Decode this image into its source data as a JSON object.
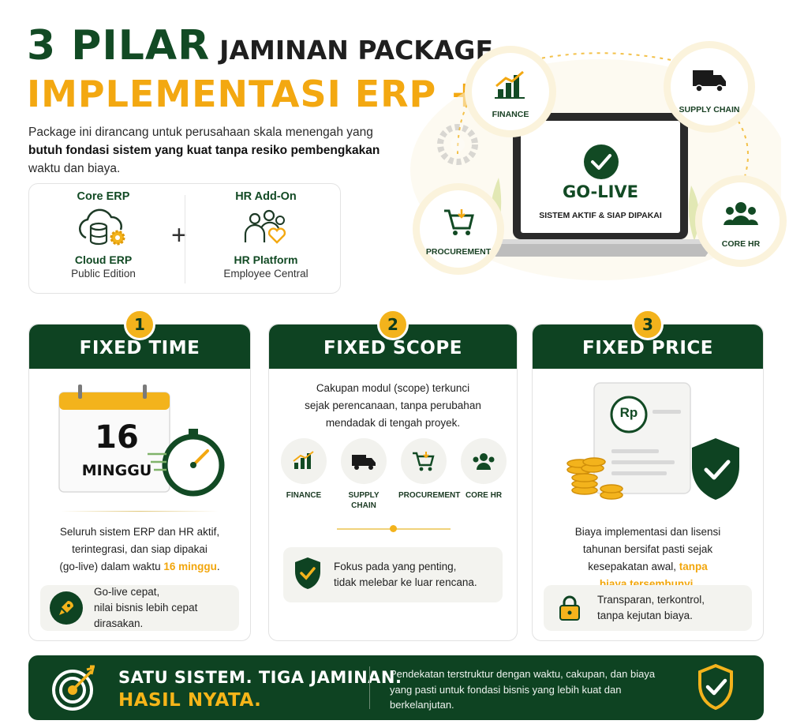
{
  "header": {
    "title_num": "3 PILAR",
    "title_rest": "JAMINAN PACKAGE",
    "subtitle": "IMPLEMENTASI ERP + HR",
    "intro_plain_1": "Package ini dirancang untuk perusahaan skala menengah yang",
    "intro_bold": "butuh fondasi sistem yang kuat tanpa resiko pembengkakan",
    "intro_plain_2": "waktu dan biaya."
  },
  "package": {
    "left": {
      "title": "Core ERP",
      "name": "Cloud ERP",
      "sub": "Public Edition",
      "icon": "cloud-database-gear-icon"
    },
    "plus": "+",
    "right": {
      "title": "HR Add-On",
      "name": "HR Platform",
      "sub": "Employee Central",
      "icon": "people-heart-icon"
    }
  },
  "hero": {
    "screen_title": "GO-LIVE",
    "screen_sub": "SISTEM AKTIF & SIAP DIPAKAI",
    "nodes": {
      "finance": "FINANCE",
      "supply_chain": "SUPPLY CHAIN",
      "procurement": "PROCUREMENT",
      "core_hr": "CORE HR"
    }
  },
  "cards": [
    {
      "number": "1",
      "title": "FIXED TIME",
      "calendar_num": "16",
      "calendar_unit": "MINGGU",
      "text_1": "Seluruh sistem ERP dan HR aktif,",
      "text_2": "terintegrasi, dan siap dipakai",
      "text_3a": "(go-live) dalam waktu ",
      "text_3b": "16 minggu",
      "text_3c": ".",
      "foot_1": "Go-live cepat,",
      "foot_2": "nilai bisnis lebih cepat dirasakan.",
      "foot_icon": "rocket-icon"
    },
    {
      "number": "2",
      "title": "FIXED SCOPE",
      "text_1": "Cakupan modul (scope) terkunci",
      "text_2": "sejak perencanaan, tanpa perubahan",
      "text_3": "mendadak di tengah proyek.",
      "modules": [
        "FINANCE",
        "SUPPLY CHAIN",
        "PROCUREMENT",
        "CORE HR"
      ],
      "foot_1": "Fokus pada yang penting,",
      "foot_2": "tidak melebar ke luar rencana.",
      "foot_icon": "shield-check-icon"
    },
    {
      "number": "3",
      "title": "FIXED PRICE",
      "currency": "Rp",
      "text_1": "Biaya implementasi dan lisensi",
      "text_2": "tahunan bersifat pasti sejak",
      "text_3a": "kesepakatan awal, ",
      "text_3b": "tanpa",
      "text_4": "biaya tersembunyi.",
      "foot_1": "Transparan, terkontrol,",
      "foot_2": "tanpa kejutan biaya.",
      "foot_icon": "padlock-icon"
    }
  ],
  "banner": {
    "line_1": "SATU SISTEM. TIGA JAMINAN.",
    "line_2": "HASIL NYATA.",
    "description": "Pendekatan terstruktur dengan waktu, cakupan, dan biaya yang pasti untuk fondasi bisnis yang lebih kuat dan berkelanjutan.",
    "left_icon": "target-arrow-icon",
    "right_icon": "shield-check-icon"
  },
  "colors": {
    "brand_green": "#0e4322",
    "accent_gold": "#f3a811"
  }
}
